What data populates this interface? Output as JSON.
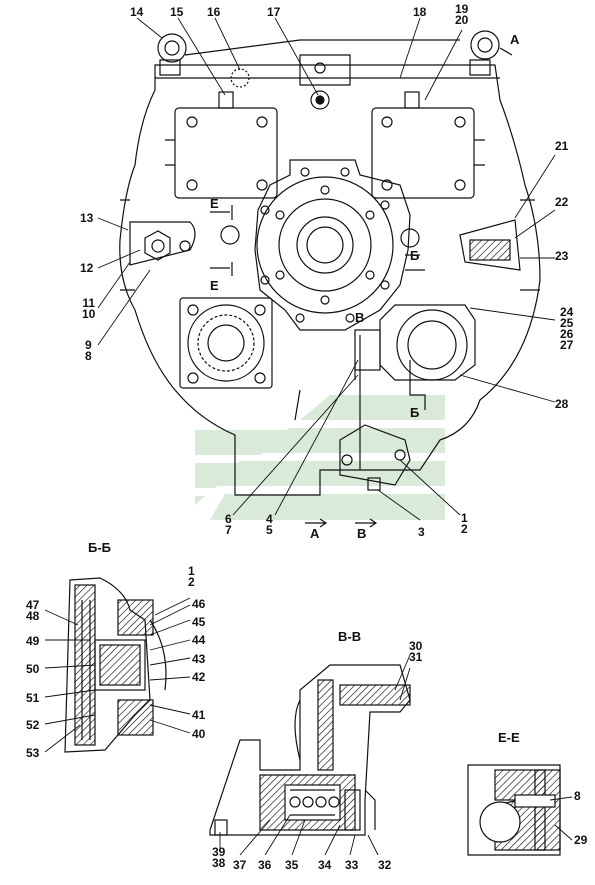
{
  "callouts": {
    "n1": "1",
    "n2": "2",
    "n3": "3",
    "n4": "4",
    "n5": "5",
    "n6": "6",
    "n7": "7",
    "n8": "8",
    "n9": "9",
    "n10": "10",
    "n11": "11",
    "n12": "12",
    "n13": "13",
    "n14": "14",
    "n15": "15",
    "n16": "16",
    "n17": "17",
    "n18": "18",
    "n19": "19",
    "n20": "20",
    "n21": "21",
    "n22": "22",
    "n23": "23",
    "n24": "24",
    "n25": "25",
    "n26": "26",
    "n27": "27",
    "n28": "28",
    "n29": "29",
    "n30": "30",
    "n31": "31",
    "n32": "32",
    "n33": "33",
    "n34": "34",
    "n35": "35",
    "n36": "36",
    "n37": "37",
    "n38": "38",
    "n39": "39",
    "n40": "40",
    "n41": "41",
    "n42": "42",
    "n43": "43",
    "n44": "44",
    "n45": "45",
    "n46": "46",
    "n47": "47",
    "n48": "48",
    "n49": "49",
    "n50": "50",
    "n51": "51",
    "n52": "52",
    "n53": "53"
  },
  "section_marks": {
    "A": "А",
    "B": "Б",
    "V": "В",
    "E": "Е"
  },
  "section_titles": {
    "bb": "Б-Б",
    "vv": "В-В",
    "ee": "Е-Е"
  },
  "colors": {
    "line": "#111111",
    "hatch": "#111111",
    "watermark": "#cfe3cf"
  }
}
